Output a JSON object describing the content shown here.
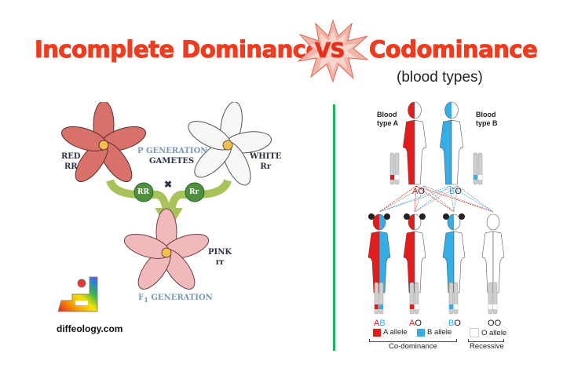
{
  "header": {
    "left_title": "Incomplete Dominance",
    "vs_label": "VS",
    "right_title": "Codominance",
    "subtitle": "(blood types)"
  },
  "incomplete": {
    "red_label": "RED",
    "red_genotype": "RR",
    "white_label": "WHITE",
    "white_genotype": "Rr",
    "p_generation": "P GENERATION",
    "gametes": "GAMETES",
    "gamete_left": "RR",
    "gamete_right": "Rr",
    "cross_symbol": "✖",
    "pink_label": "PINK",
    "pink_genotype": "rr",
    "f1_prefix": "F",
    "f1_sub": "1",
    "f1_suffix": " GENERATION"
  },
  "codominance": {
    "parent_a_line1": "Blood",
    "parent_a_line2": "type A",
    "parent_b_line1": "Blood",
    "parent_b_line2": "type B",
    "parent_a_alleles": [
      "A",
      "O"
    ],
    "parent_b_alleles": [
      "B",
      "O"
    ],
    "children": [
      {
        "alleles": [
          "A",
          "B"
        ]
      },
      {
        "alleles": [
          "A",
          "O"
        ]
      },
      {
        "alleles": [
          "B",
          "O"
        ]
      },
      {
        "alleles": [
          "O",
          "O"
        ]
      }
    ],
    "legend": {
      "a_allele": "A allele",
      "b_allele": "B allele",
      "o_allele": "O allele",
      "group_codominance": "Co-dominance",
      "group_recessive": "Recessive"
    },
    "colors": {
      "A": "#e31b1b",
      "B": "#35aee8",
      "O": "#ffffff"
    }
  },
  "divider_color": "#1fb45a",
  "logo": {
    "text": "diffeology.com"
  }
}
